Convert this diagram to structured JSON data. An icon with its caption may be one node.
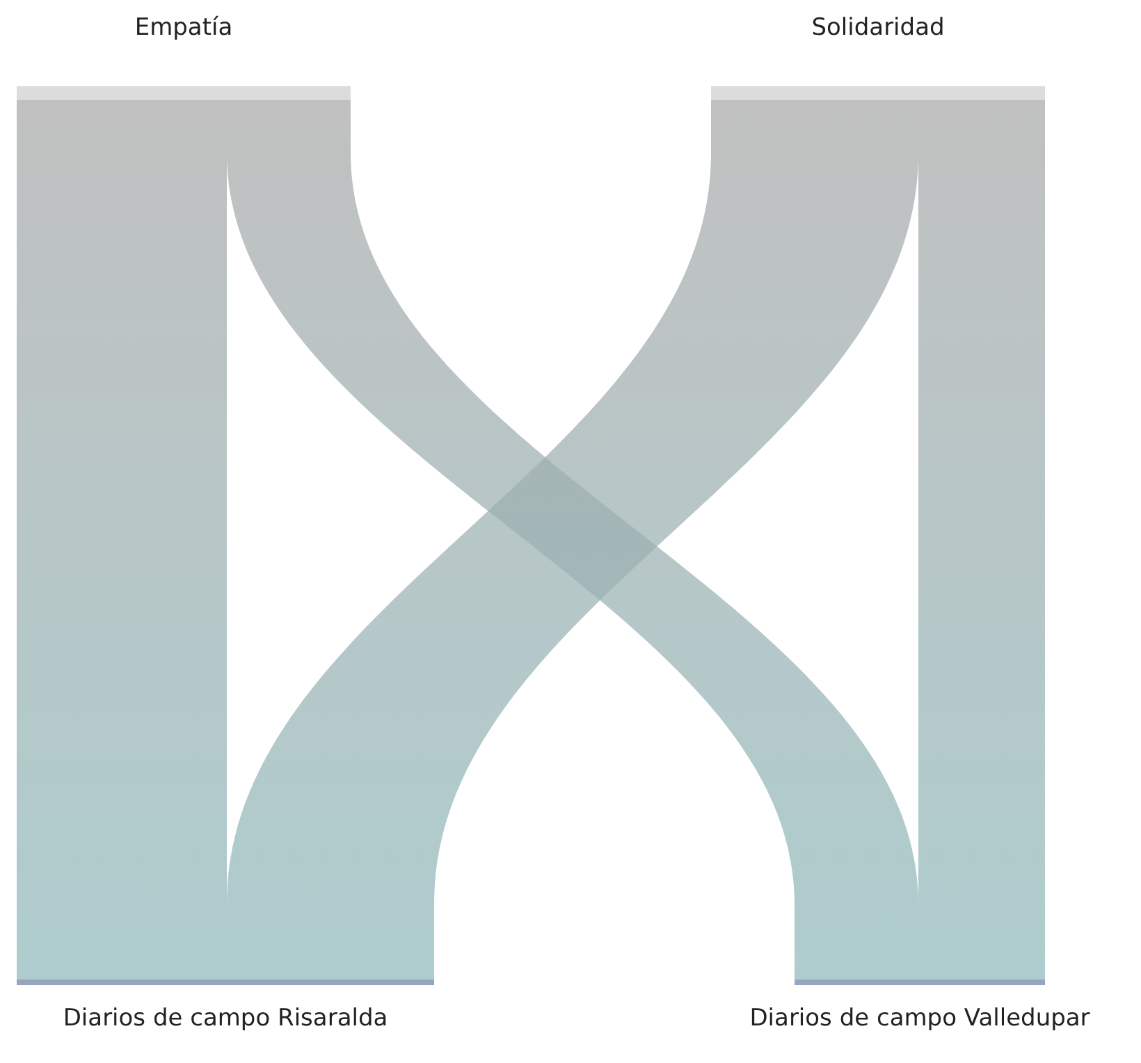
{
  "diagram": {
    "nodes": [
      {
        "text": [
          "Empatía"
        ]
      },
      {
        "text": [
          "Solidaridad"
        ]
      },
      {
        "text": [
          "Diarios de campo Risaralda"
        ]
      },
      {
        "text": [
          "Diarios de campo Valledupar"
        ]
      }
    ],
    "edges": [
      {
        "from": 0,
        "to": 2,
        "arrow": "none"
      },
      {
        "from": 0,
        "to": 3,
        "arrow": "none"
      },
      {
        "from": 1,
        "to": 2,
        "arrow": "none"
      },
      {
        "from": 1,
        "to": 3,
        "arrow": "none"
      }
    ]
  }
}
